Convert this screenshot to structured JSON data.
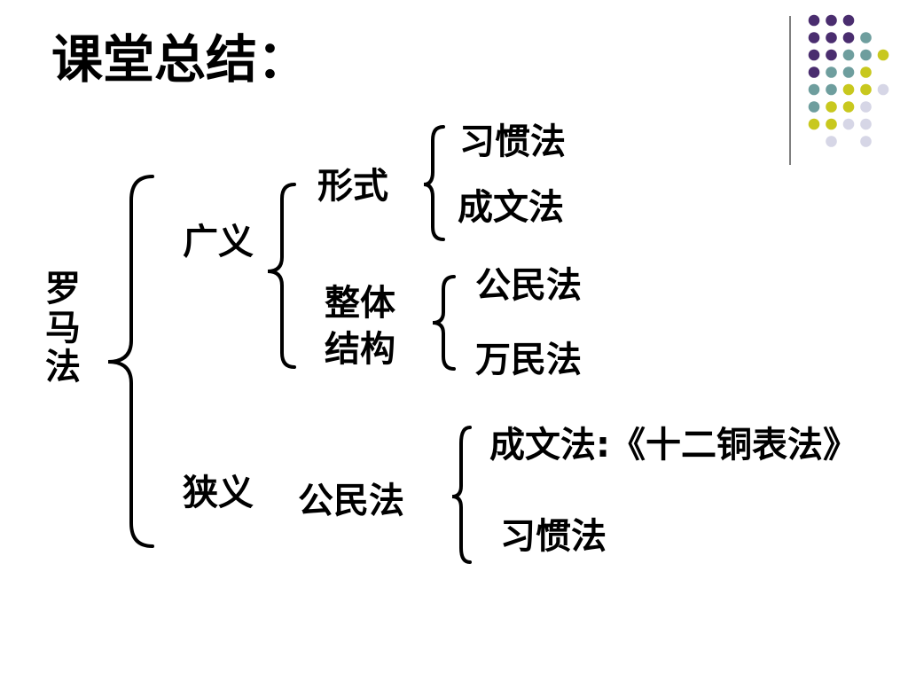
{
  "title": "课堂总结：",
  "root": "罗马法",
  "broad": {
    "label": "广义",
    "form": {
      "label": "形式",
      "items": [
        "习惯法",
        "成文法"
      ]
    },
    "structure": {
      "label_line1": "整体",
      "label_line2": "结构",
      "items": [
        "公民法",
        "万民法"
      ]
    }
  },
  "narrow": {
    "label": "狭义",
    "sub_label": "公民法",
    "written": "成文法",
    "written_detail": ":《十二铜表法》",
    "custom": "习惯法"
  },
  "decoration": {
    "colors": {
      "purple": "#4a2d6f",
      "teal": "#6e9e9e",
      "olive": "#c8c81e",
      "lavender": "#d6d6e6"
    }
  }
}
